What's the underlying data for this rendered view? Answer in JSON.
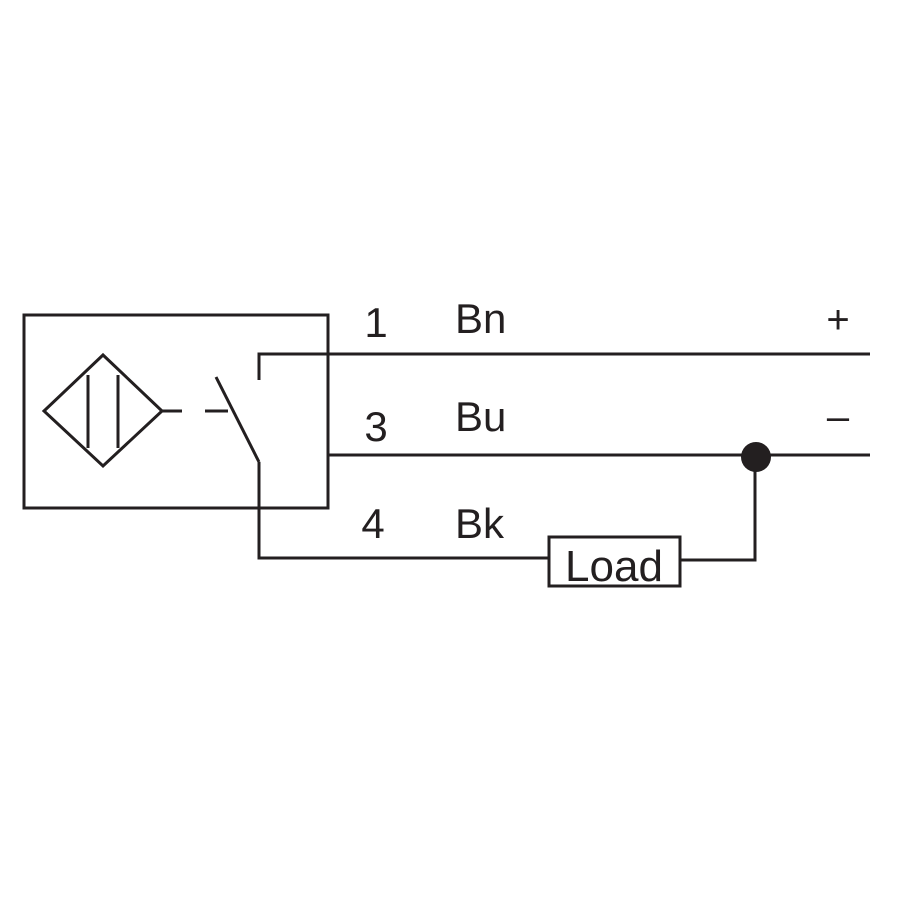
{
  "wires": [
    {
      "pin": "1",
      "color": "Bn",
      "polarity": "+"
    },
    {
      "pin": "3",
      "color": "Bu",
      "polarity": "–"
    },
    {
      "pin": "4",
      "color": "Bk",
      "polarity": ""
    }
  ],
  "load": {
    "label": "Load"
  },
  "symbols": {
    "sensor": "inductive-sensor-icon",
    "switch": "normally-open-switch-icon",
    "junction": "junction-dot-icon"
  },
  "colors": {
    "line": "#231f20",
    "background": "#ffffff"
  }
}
